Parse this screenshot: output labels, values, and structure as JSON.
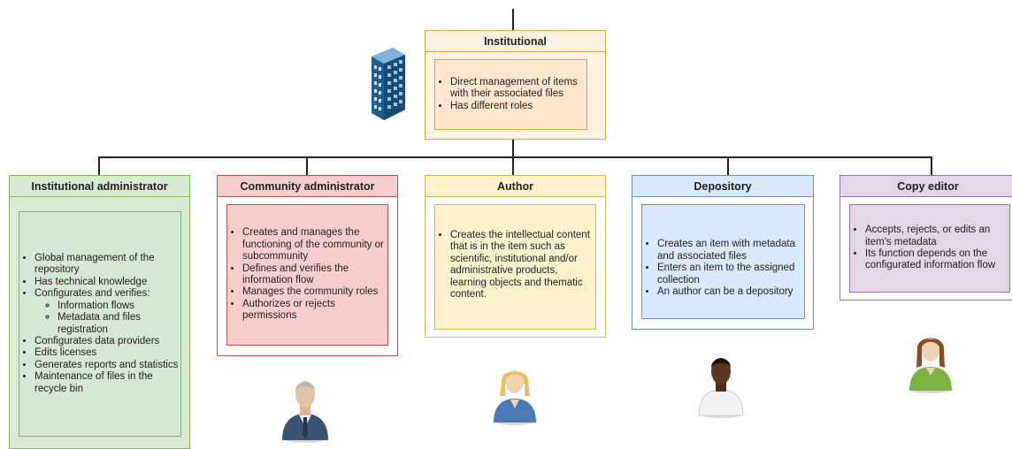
{
  "top": {
    "title": "Institutional",
    "items": [
      "Direct management of items with their associated files",
      "Has different roles"
    ]
  },
  "roles": [
    {
      "title": "Institutional administrator",
      "items": [
        {
          "text": "Global management of the repository"
        },
        {
          "text": "Has technical knowledge"
        },
        {
          "text": "Configurates and verifies:",
          "sub": [
            "Information flows",
            "Metadata and files registration"
          ]
        },
        {
          "text": "Configurates data providers"
        },
        {
          "text": "Edits licenses"
        },
        {
          "text": "Generates reports and statistics"
        },
        {
          "text": "Maintenance of files in the recycle bin"
        }
      ]
    },
    {
      "title": "Community administrator",
      "items": [
        {
          "text": "Creates and manages the functioning of the community or subcommunity"
        },
        {
          "text": "Defines and verifies the information flow"
        },
        {
          "text": "Manages the community roles"
        },
        {
          "text": "Authorizes or rejects permissions"
        }
      ]
    },
    {
      "title": "Author",
      "items": [
        {
          "text": "Creates the intellectual content that is in the item such as scientific, institutional and/or administrative products, learning objects and thematic content."
        }
      ]
    },
    {
      "title": "Depository",
      "items": [
        {
          "text": "Creates an item with metadata and associated files"
        },
        {
          "text": "Enters an item to the assigned collection"
        },
        {
          "text": "An author can be a depository"
        }
      ]
    },
    {
      "title": "Copy editor",
      "items": [
        {
          "text": "Accepts, rejects, or edits an item's metadata"
        },
        {
          "text": "Its function depends on the configurated information flow"
        }
      ]
    }
  ],
  "colors": {
    "institutional": {
      "outer": "#fff2e0",
      "inner": "#ffe6cc",
      "border": "#d6a44a"
    },
    "admin": {
      "outer": "#d9ead3",
      "inner": "#d5e8d4",
      "border": "#82b366"
    },
    "community": {
      "outer": "#f8cecc",
      "inner": "#f8cecc",
      "border": "#b85450"
    },
    "author": {
      "outer": "#fff2cc",
      "inner": "#fff2cc",
      "border": "#d6b656"
    },
    "depository": {
      "outer": "#dae8fc",
      "inner": "#dae8fc",
      "border": "#6c8ebf"
    },
    "copyeditor": {
      "outer": "#e1d5e7",
      "inner": "#e1d5e7",
      "border": "#9673a6"
    }
  },
  "icons": [
    "building-icon",
    "businessman-icon",
    "woman-icon",
    "man-icon",
    "woman-green-icon"
  ]
}
